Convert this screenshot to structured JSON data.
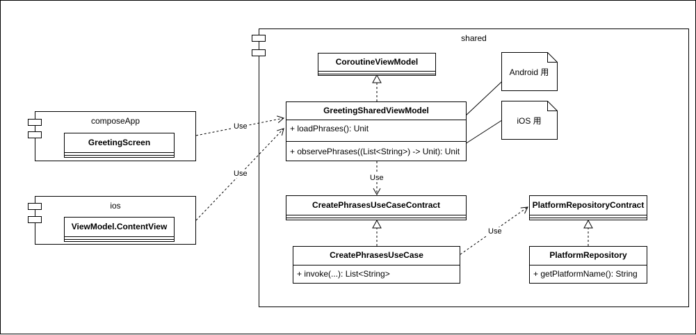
{
  "diagram": {
    "shared": {
      "label": "shared",
      "classes": {
        "coroutine_view_model": {
          "name": "CoroutineViewModel"
        },
        "greeting_shared_view_model": {
          "name": "GreetingSharedViewModel",
          "members": [
            "+ loadPhrases(): Unit",
            "+ observePhrases((List<String>) -> Unit): Unit"
          ]
        },
        "create_phrases_use_case_contract": {
          "name": "CreatePhrasesUseCaseContract"
        },
        "create_phrases_use_case": {
          "name": "CreatePhrasesUseCase",
          "members": [
            "+ invoke(...):  List<String>"
          ]
        },
        "platform_repository_contract": {
          "name": "PlatformRepositoryContract"
        },
        "platform_repository": {
          "name": "PlatformRepository",
          "members": [
            "+ getPlatformName():  String"
          ]
        }
      },
      "notes": {
        "android": "Android 用",
        "ios": "iOS 用"
      }
    },
    "compose_app": {
      "label": "composeApp",
      "class": "GreetingScreen"
    },
    "ios": {
      "label": "ios",
      "class": "ViewModel.ContentView"
    },
    "edge_labels": {
      "compose_uses_viewmodel": "Use",
      "ios_uses_viewmodel": "Use",
      "viewmodel_uses_contract": "Use",
      "usecase_uses_repository": "Use"
    },
    "colors": {
      "line": "#000000",
      "background": "#ffffff"
    }
  }
}
